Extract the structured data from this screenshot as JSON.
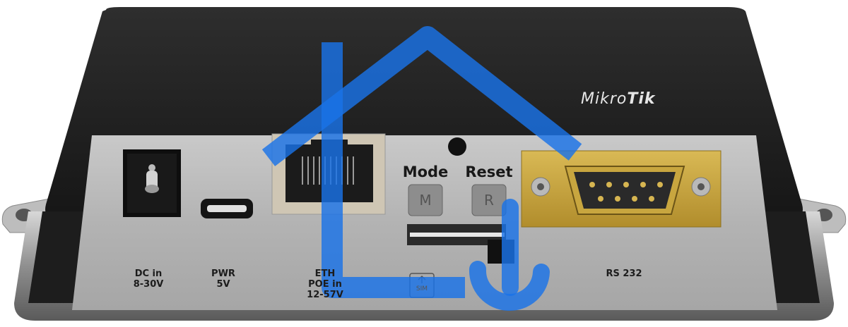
{
  "brand": {
    "part1": "Mikro",
    "part2": "Tik"
  },
  "buttons": {
    "mode_label": "Mode",
    "reset_label": "Reset",
    "mode_key": "M",
    "reset_key": "R"
  },
  "ports": {
    "dc_line1": "DC in",
    "dc_line2": "8-30V",
    "pwr_line1": "PWR",
    "pwr_line2": "5V",
    "eth_line1": "ETH",
    "eth_line2": "POE in",
    "eth_line3": "12-57V",
    "sim_label": "SIM",
    "rs232_label": "RS 232"
  },
  "overlay": {
    "icon": "house-outline-icon",
    "color": "#1a73e8"
  },
  "colors": {
    "casing": "#232323",
    "panel": "#b7b7b7",
    "connector_gold": "#caa640",
    "base": "#9a9a9a"
  }
}
